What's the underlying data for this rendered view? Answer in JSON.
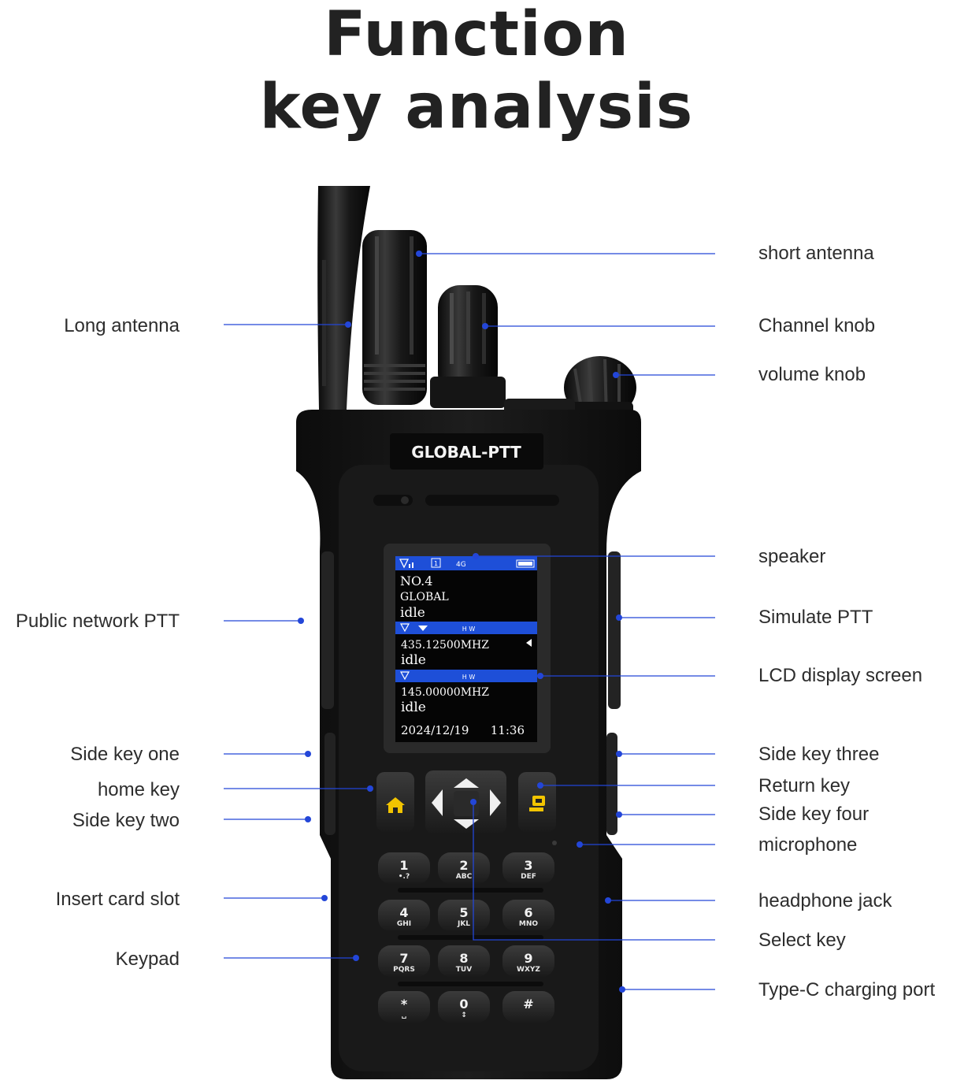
{
  "header": {
    "title_line1": "Function",
    "title_line2": "key analysis"
  },
  "device": {
    "brand": "GLOBAL-PTT",
    "lcd": {
      "signal_index": "1",
      "network": "4G",
      "line_no": "NO.4",
      "line_group": "GLOBAL",
      "line_status1": "idle",
      "ch1_flags": "H W",
      "ch1_freq": "435.12500MHZ",
      "ch1_status": "idle",
      "ch2_flags": "H W",
      "ch2_freq": "145.00000MHZ",
      "ch2_status": "idle",
      "date": "2024/12/19",
      "time": "11:36"
    },
    "keypad": [
      {
        "num": "1",
        "sub": "•.?"
      },
      {
        "num": "2",
        "sub": "ABC"
      },
      {
        "num": "3",
        "sub": "DEF"
      },
      {
        "num": "4",
        "sub": "GHI"
      },
      {
        "num": "5",
        "sub": "JKL"
      },
      {
        "num": "6",
        "sub": "MNO"
      },
      {
        "num": "7",
        "sub": "PQRS"
      },
      {
        "num": "8",
        "sub": "TUV"
      },
      {
        "num": "9",
        "sub": "WXYZ"
      },
      {
        "num": "*",
        "sub": "␣"
      },
      {
        "num": "0",
        "sub": "↕"
      },
      {
        "num": "#",
        "sub": ""
      }
    ]
  },
  "colors": {
    "leader_line": "#2346d8",
    "lcd_highlight": "#1e4fd8",
    "home_key_icon": "#f2c400",
    "body": "#141414"
  },
  "labels": {
    "left": {
      "long_antenna": "Long antenna",
      "public_network_ptt": "Public network PTT",
      "side_key_one": "Side key one",
      "home_key": "home key",
      "side_key_two": "Side key two",
      "insert_card_slot": "Insert card slot",
      "keypad": "Keypad"
    },
    "right": {
      "short_antenna": "short antenna",
      "channel_knob": "Channel knob",
      "volume_knob": "volume knob",
      "speaker": "speaker",
      "simulate_ptt": "Simulate PTT",
      "lcd_display_screen": "LCD display screen",
      "side_key_three": "Side key three",
      "return_key": "Return key",
      "side_key_four": "Side key four",
      "microphone": "microphone",
      "headphone_jack": "headphone jack",
      "select_key": "Select key",
      "type_c_charging_port": "Type-C charging port"
    }
  }
}
